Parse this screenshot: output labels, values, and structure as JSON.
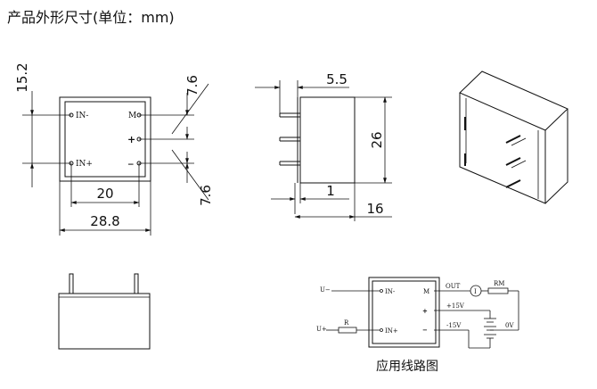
{
  "title": "产品外形尺寸(单位：mm)",
  "front_view": {
    "dims": {
      "height": "15.2",
      "pin_pitch_top": "7.6",
      "pin_pitch_bottom": "7.6",
      "pin_row_spacing": "20",
      "width": "28.8"
    },
    "pins": {
      "in_minus": "IN-",
      "in_plus": "IN+",
      "m": "M",
      "plus": "+",
      "minus": "−"
    }
  },
  "side_view": {
    "dims": {
      "pin_offset": "5.5",
      "height": "26",
      "pin_width": "1",
      "depth": "16"
    }
  },
  "circuit": {
    "labels": {
      "u_minus": "U−",
      "u_plus": "U+",
      "r": "R",
      "out": "OUT",
      "rm": "RM",
      "v_plus": "+15V",
      "v_minus": "-15V",
      "zero_v": "0V"
    },
    "pins": {
      "in_minus": "IN-",
      "in_plus": "IN+",
      "m": "M",
      "plus": "+",
      "minus": "−"
    },
    "caption": "应用线路图"
  }
}
